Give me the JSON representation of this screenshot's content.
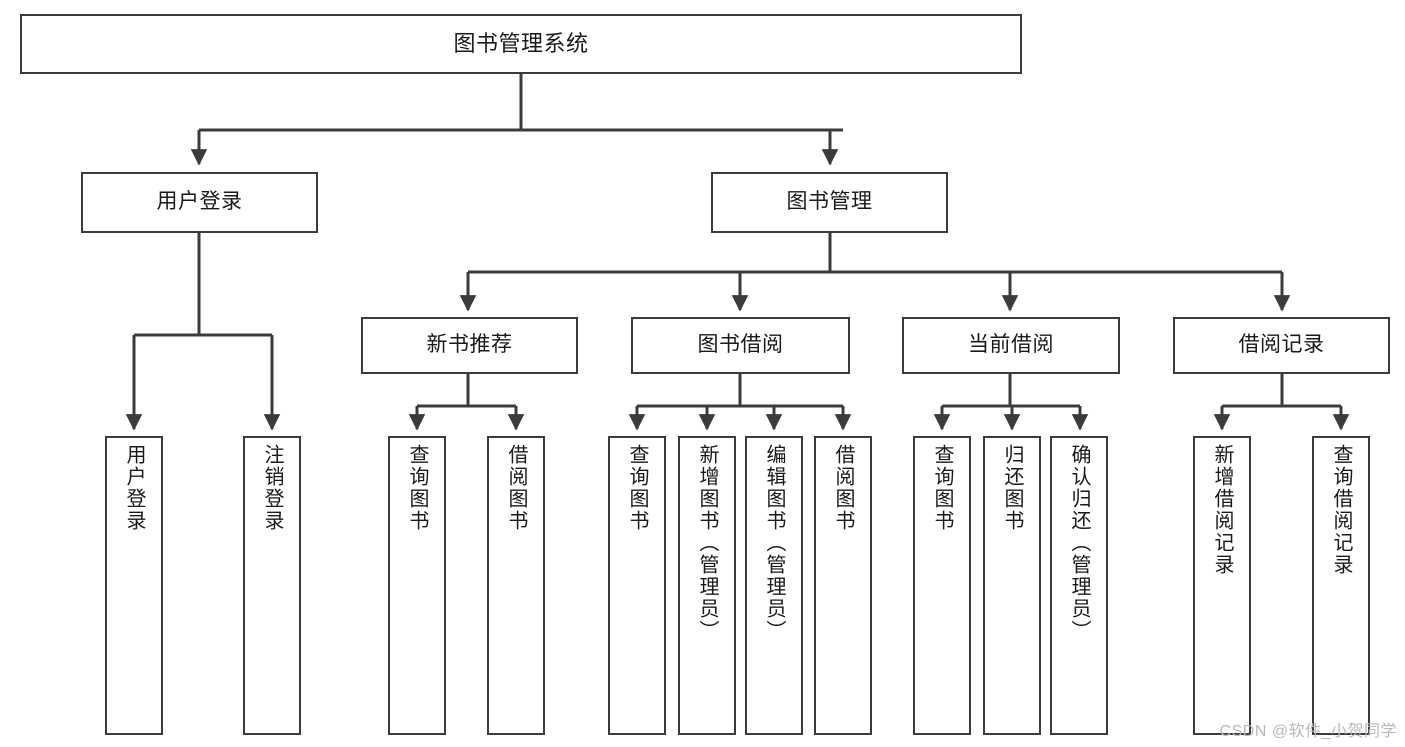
{
  "diagram": {
    "title": "图书管理系统",
    "type": "tree-hierarchy-chart",
    "stroke_color": "#3b3b3b",
    "text_color": "#1a1a1a",
    "background_color": "#ffffff"
  },
  "nodes": {
    "root": {
      "label": "图书管理系统"
    },
    "level1": [
      {
        "id": "user-login",
        "label": "用户登录"
      },
      {
        "id": "book-manage",
        "label": "图书管理"
      }
    ],
    "level2": [
      {
        "id": "new-book-recommend",
        "label": "新书推荐"
      },
      {
        "id": "book-borrow",
        "label": "图书借阅"
      },
      {
        "id": "current-borrow",
        "label": "当前借阅"
      },
      {
        "id": "borrow-record",
        "label": "借阅记录"
      }
    ],
    "leaves": {
      "user-login": [
        {
          "id": "leaf-user-login",
          "label": "用户登录"
        },
        {
          "id": "leaf-logout-login",
          "label": "注销登录"
        }
      ],
      "new-book-recommend": [
        {
          "id": "leaf-query-book-1",
          "label": "查询图书"
        },
        {
          "id": "leaf-borrow-book-1",
          "label": "借阅图书"
        }
      ],
      "book-borrow": [
        {
          "id": "leaf-query-book-2",
          "label": "查询图书"
        },
        {
          "id": "leaf-add-book",
          "label": "新增图书（管理员）"
        },
        {
          "id": "leaf-edit-book",
          "label": "编辑图书（管理员）"
        },
        {
          "id": "leaf-borrow-book-2",
          "label": "借阅图书"
        }
      ],
      "current-borrow": [
        {
          "id": "leaf-query-book-3",
          "label": "查询图书"
        },
        {
          "id": "leaf-return-book",
          "label": "归还图书"
        },
        {
          "id": "leaf-confirm-return",
          "label": "确认归还（管理员）"
        }
      ],
      "borrow-record": [
        {
          "id": "leaf-add-borrow-record",
          "label": "新增借阅记录"
        },
        {
          "id": "leaf-query-borrow-record",
          "label": "查询借阅记录"
        }
      ]
    }
  },
  "watermark": {
    "text": "CSDN @软件_小贺同学"
  }
}
